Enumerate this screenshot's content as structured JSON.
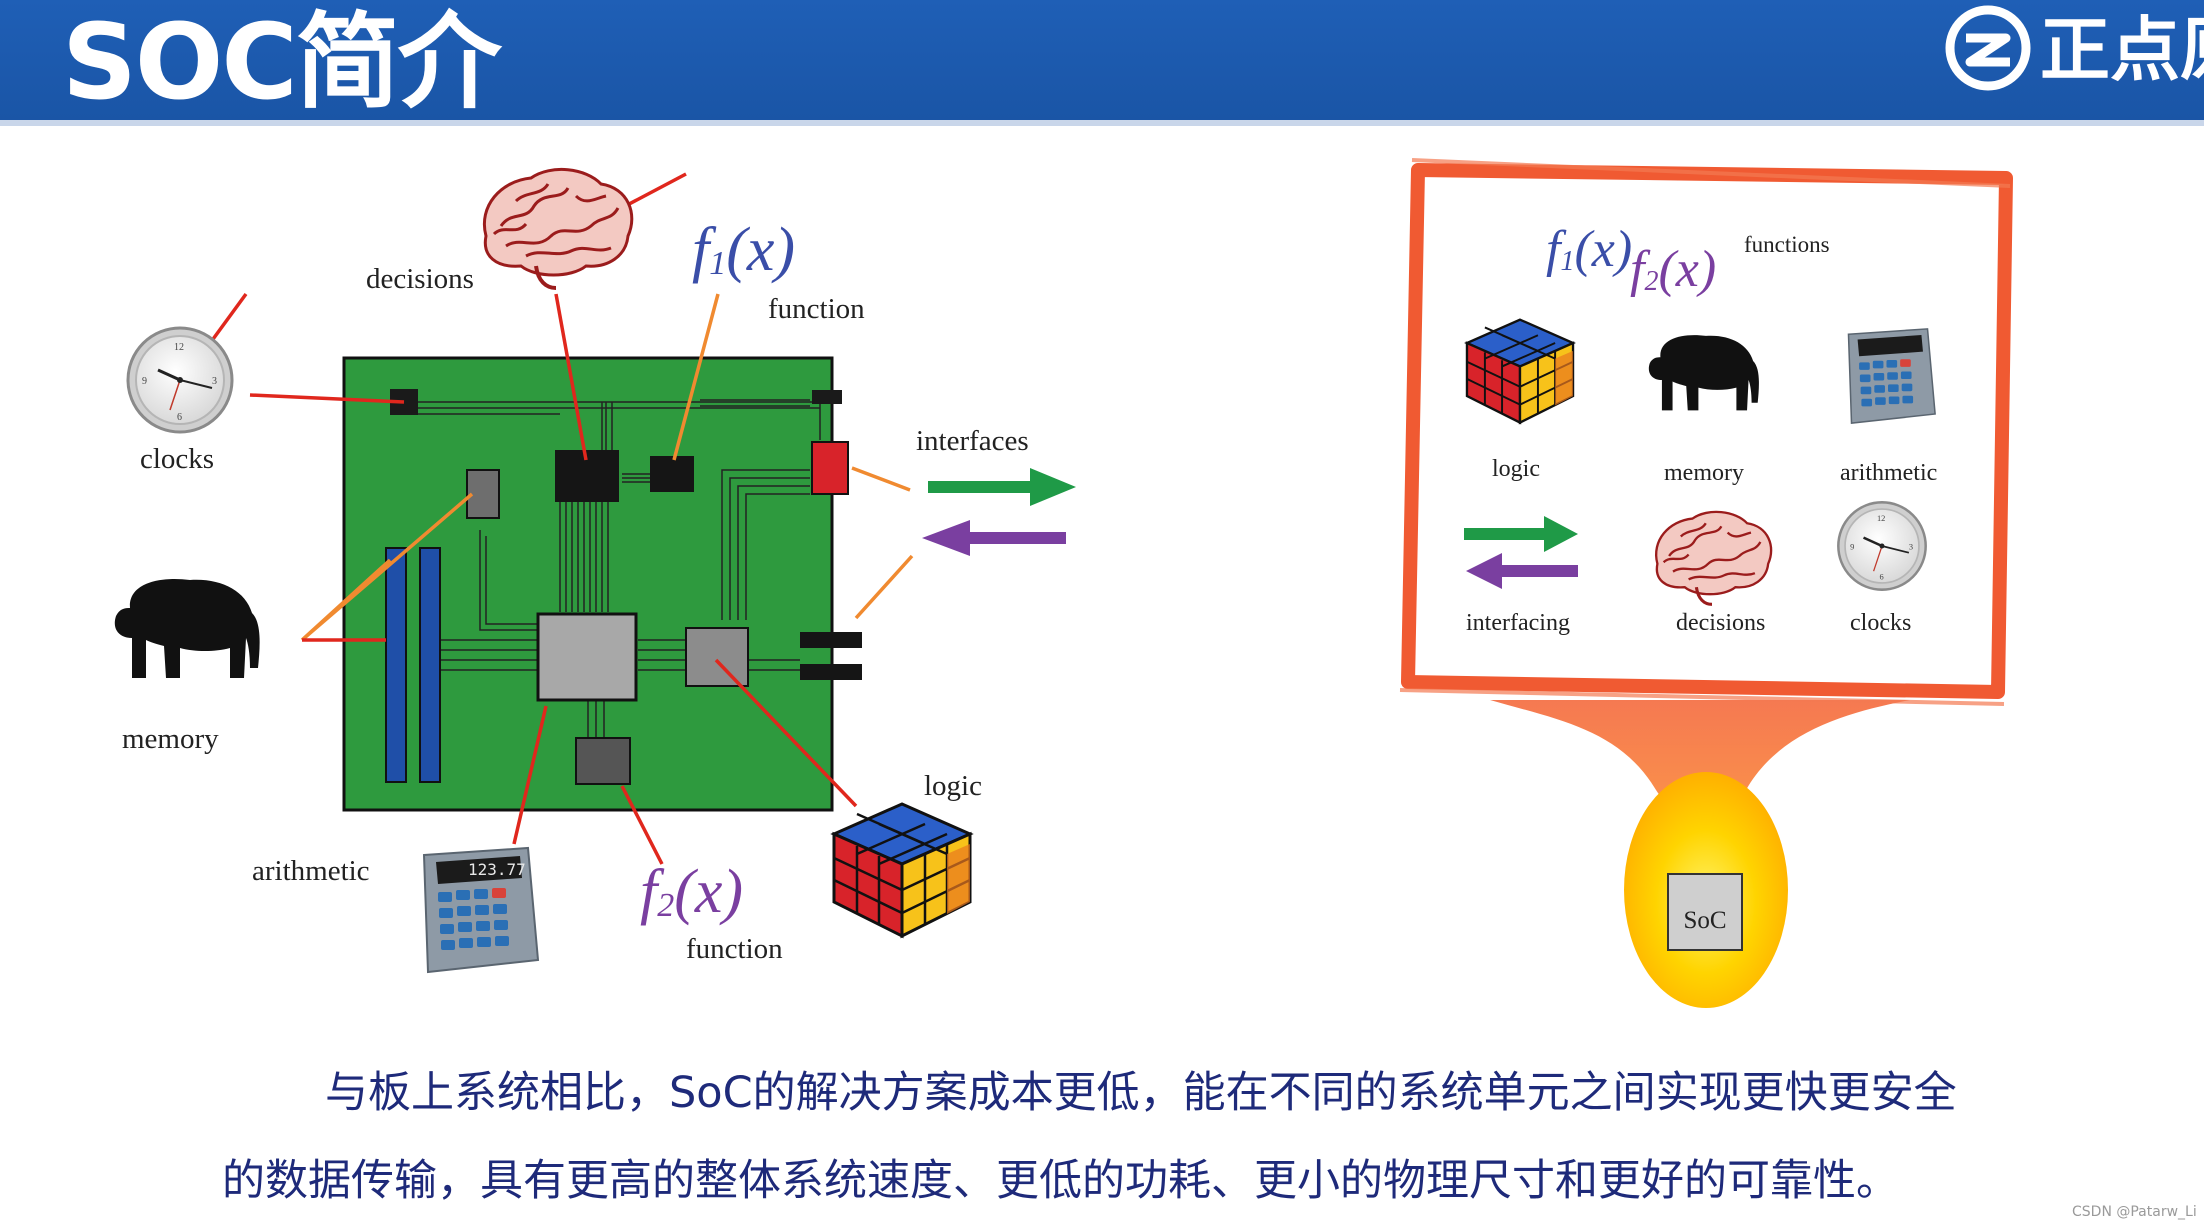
{
  "header": {
    "title": "SOC简介",
    "logo_text": "正点原",
    "bg_color": "#1a55a6"
  },
  "left_diagram": {
    "labels": {
      "decisions": "decisions",
      "function_top": "function",
      "clocks": "clocks",
      "interfaces": "interfaces",
      "memory": "memory",
      "logic": "logic",
      "arithmetic": "arithmetic",
      "function_bottom": "function"
    },
    "f1": {
      "f": "f",
      "sub": "1",
      "rest": "(x)"
    },
    "f2": {
      "f": "f",
      "sub": "2",
      "rest": "(x)"
    },
    "calculator_display": "123.77",
    "board_color": "#2e9a3e"
  },
  "right_diagram": {
    "labels": {
      "functions": "functions",
      "logic": "logic",
      "memory": "memory",
      "arithmetic": "arithmetic",
      "interfacing": "interfacing",
      "decisions": "decisions",
      "clocks": "clocks",
      "soc": "SoC"
    },
    "f1": {
      "f": "f",
      "sub": "1",
      "rest": "(x)"
    },
    "f2": {
      "f": "f",
      "sub": "2",
      "rest": "(x)"
    },
    "frame_color": "#f05a32",
    "glow_color": "#ffd400"
  },
  "caption": {
    "line1": "与板上系统相比，SoC的解决方案成本更低，能在不同的系统单元之间实现更快更安全",
    "line2": "的数据传输，具有更高的整体系统速度、更低的功耗、更小的物理尺寸和更好的可靠性。",
    "color": "#1e2a7a"
  },
  "watermark": "CSDN @Patarw_Li",
  "icons": [
    "brain-icon",
    "clock-icon",
    "elephant-icon",
    "calculator-icon",
    "rubiks-cube-icon",
    "arrow-right-icon",
    "arrow-left-icon"
  ]
}
